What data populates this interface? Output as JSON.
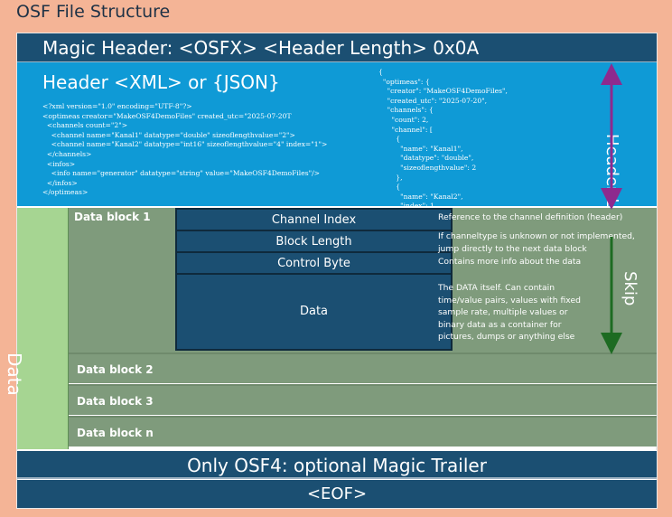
{
  "title": "OSF File Structure",
  "magic_header": "Magic Header: <OSFX> <Header Length> 0x0A",
  "header": {
    "title": "Header <XML> or {JSON}",
    "xml_code": "<?xml version=\"1.0\" encoding=\"UTF-8\"?>\n<optimeas creator=\"MakeOSF4DemoFiles\" created_utc=\"2025-07-20T\n  <channels count=\"2\">\n    <channel name=\"Kanal1\" datatype=\"double\" sizeoflengthvalue=\"2\">\n    <channel name=\"Kanal2\" datatype=\"int16\" sizeoflengthvalue=\"4\" index=\"1\">\n  </channels>\n  <infos>\n    <info name=\"generator\" datatype=\"string\" value=\"MakeOSF4DemoFiles\"/>\n  </infos>\n</optimeas>",
    "json_code": "{\n  \"optimeas\": {\n    \"creator\": \"MakeOSF4DemoFiles\",\n    \"created_utc\": \"2025-07-20\",\n    \"channels\": {\n      \"count\": 2,\n      \"channel\": [\n        {\n          \"name\": \"Kanal1\",\n          \"datatype\": \"double\",\n          \"sizeoflengthvalue\": 2\n        },\n        {\n          \"name\": \"Kanal2\",\n          \"index\": 1",
    "length_label": "Header Length"
  },
  "data_label": "Data",
  "data_block_1": {
    "label": "Data block 1",
    "channel_index": "Channel Index",
    "block_length": "Block Length",
    "control_byte": "Control Byte",
    "data": "Data"
  },
  "descriptions": {
    "channel_index": "Reference to the channel definition (header)",
    "block_length": "If channeltype is unknown or not implemented, jump directly to the next data block",
    "control_byte": "Contains more info about the data",
    "data": "The DATA itself. Can contain time/value pairs, values with fixed sample rate, multiple values or binary data as a container for pictures, dumps or anything else"
  },
  "skip_label": "Skip",
  "data_blocks": [
    "Data block 2",
    "Data block 3",
    "Data block n"
  ],
  "trailer": "Only OSF4: optional Magic Trailer",
  "eof": "<EOF>",
  "colors": {
    "background": "#f4b496",
    "dark_blue": "#1b4f72",
    "light_blue": "#0f9ad6",
    "green_block": "#7f9b7c",
    "data_green": "#a6d592",
    "purple_arrow": "#8e2a8e",
    "green_arrow": "#1d6b22"
  }
}
